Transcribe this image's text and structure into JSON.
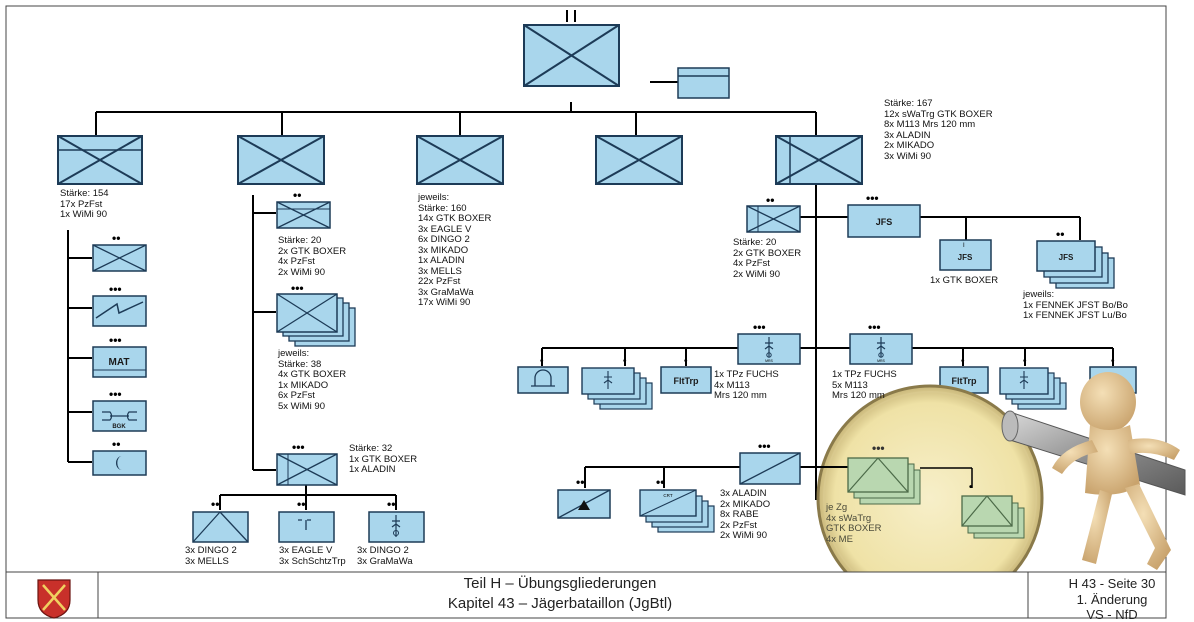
{
  "units": {
    "company_1": {
      "echelon": "",
      "lines": [
        "Stärke: 154",
        "17x PzFst",
        "1x WiMi 90"
      ]
    },
    "company_2": {
      "echelon": "",
      "lines": []
    },
    "company_3": {
      "echelon": "",
      "lines": [
        "jeweils:",
        "Stärke: 160",
        "14x GTK BOXER",
        "3x EAGLE V",
        "6x DINGO 2",
        "3x MIKADO",
        "1x ALADIN",
        "3x MELLS",
        "22x PzFst",
        "3x GraMaWa",
        "17x WiMi 90"
      ]
    },
    "support_company": {
      "lines": [
        "Stärke: 167",
        "12x sWaTrg GTK BOXER",
        "8x M113 Mrs 120 mm",
        "3x ALADIN",
        "2x MIKADO",
        "3x WiMi 90"
      ]
    },
    "c1_units": [
      "MAT",
      "BGK"
    ],
    "c2_squad": {
      "lines": [
        "Stärke: 20",
        "2x GTK BOXER",
        "4x PzFst",
        "2x WiMi 90"
      ]
    },
    "c2_platoons": {
      "lines": [
        "jeweils:",
        "Stärke: 38",
        "4x GTK BOXER",
        "1x MIKADO",
        "6x PzFst",
        "5x WiMi 90"
      ]
    },
    "c2_recon_platoon": {
      "lines": [
        "Stärke: 32",
        "1x GTK BOXER",
        "1x ALADIN"
      ]
    },
    "c2_bottom": [
      {
        "lines": [
          "3x DINGO 2",
          "3x MELLS"
        ]
      },
      {
        "lines": [
          "3x EAGLE V",
          "3x SchSchtzTrp"
        ]
      },
      {
        "lines": [
          "3x DINGO 2",
          "3x GraMaWa"
        ]
      }
    ],
    "sc_squad": {
      "lines": [
        "Stärke: 20",
        "2x GTK BOXER",
        "4x PzFst",
        "2x WiMi 90"
      ]
    },
    "jfs": {
      "label": "JFS",
      "single": "1x GTK BOXER",
      "multi": [
        "jeweils:",
        "1x FENNEK JFST Bo/Bo",
        "1x FENNEK JFST Lu/Bo"
      ]
    },
    "mortar_1": {
      "lines": [
        "1x TPz FUCHS",
        "4x M113",
        "Mrs 120 mm"
      ]
    },
    "mortar_2": {
      "lines": [
        "1x TPz FUCHS",
        "5x M113",
        "Mrs 120 mm"
      ]
    },
    "fltrp_label": "FltTrp",
    "recon_unit": {
      "lines": [
        "3x ALADIN",
        "2x MIKADO",
        "8x RABE",
        "2x PzFst",
        "2x WiMi 90"
      ]
    },
    "mag_unit": {
      "lines": [
        "je Zg",
        "4x sWaTrg",
        "GTK BOXER",
        "4x ME"
      ]
    },
    "small_labels": {
      "mrs": "MRS",
      "crt": "CRT"
    }
  },
  "footer": {
    "title_line1": "Teil H – Übungsgliederungen",
    "title_line2": "Kapitel 43 – Jägerbataillon (JgBtl)",
    "page_line1": "H 43 - Seite 30",
    "page_line2": "1. Änderung",
    "page_line3": "VS - NfD"
  },
  "colors": {
    "unit_fill": "#a9d6ec",
    "unit_stroke": "#1d3b57",
    "mag_fill": "#f2e7b6",
    "mag_unit": "#b9d7b0"
  }
}
